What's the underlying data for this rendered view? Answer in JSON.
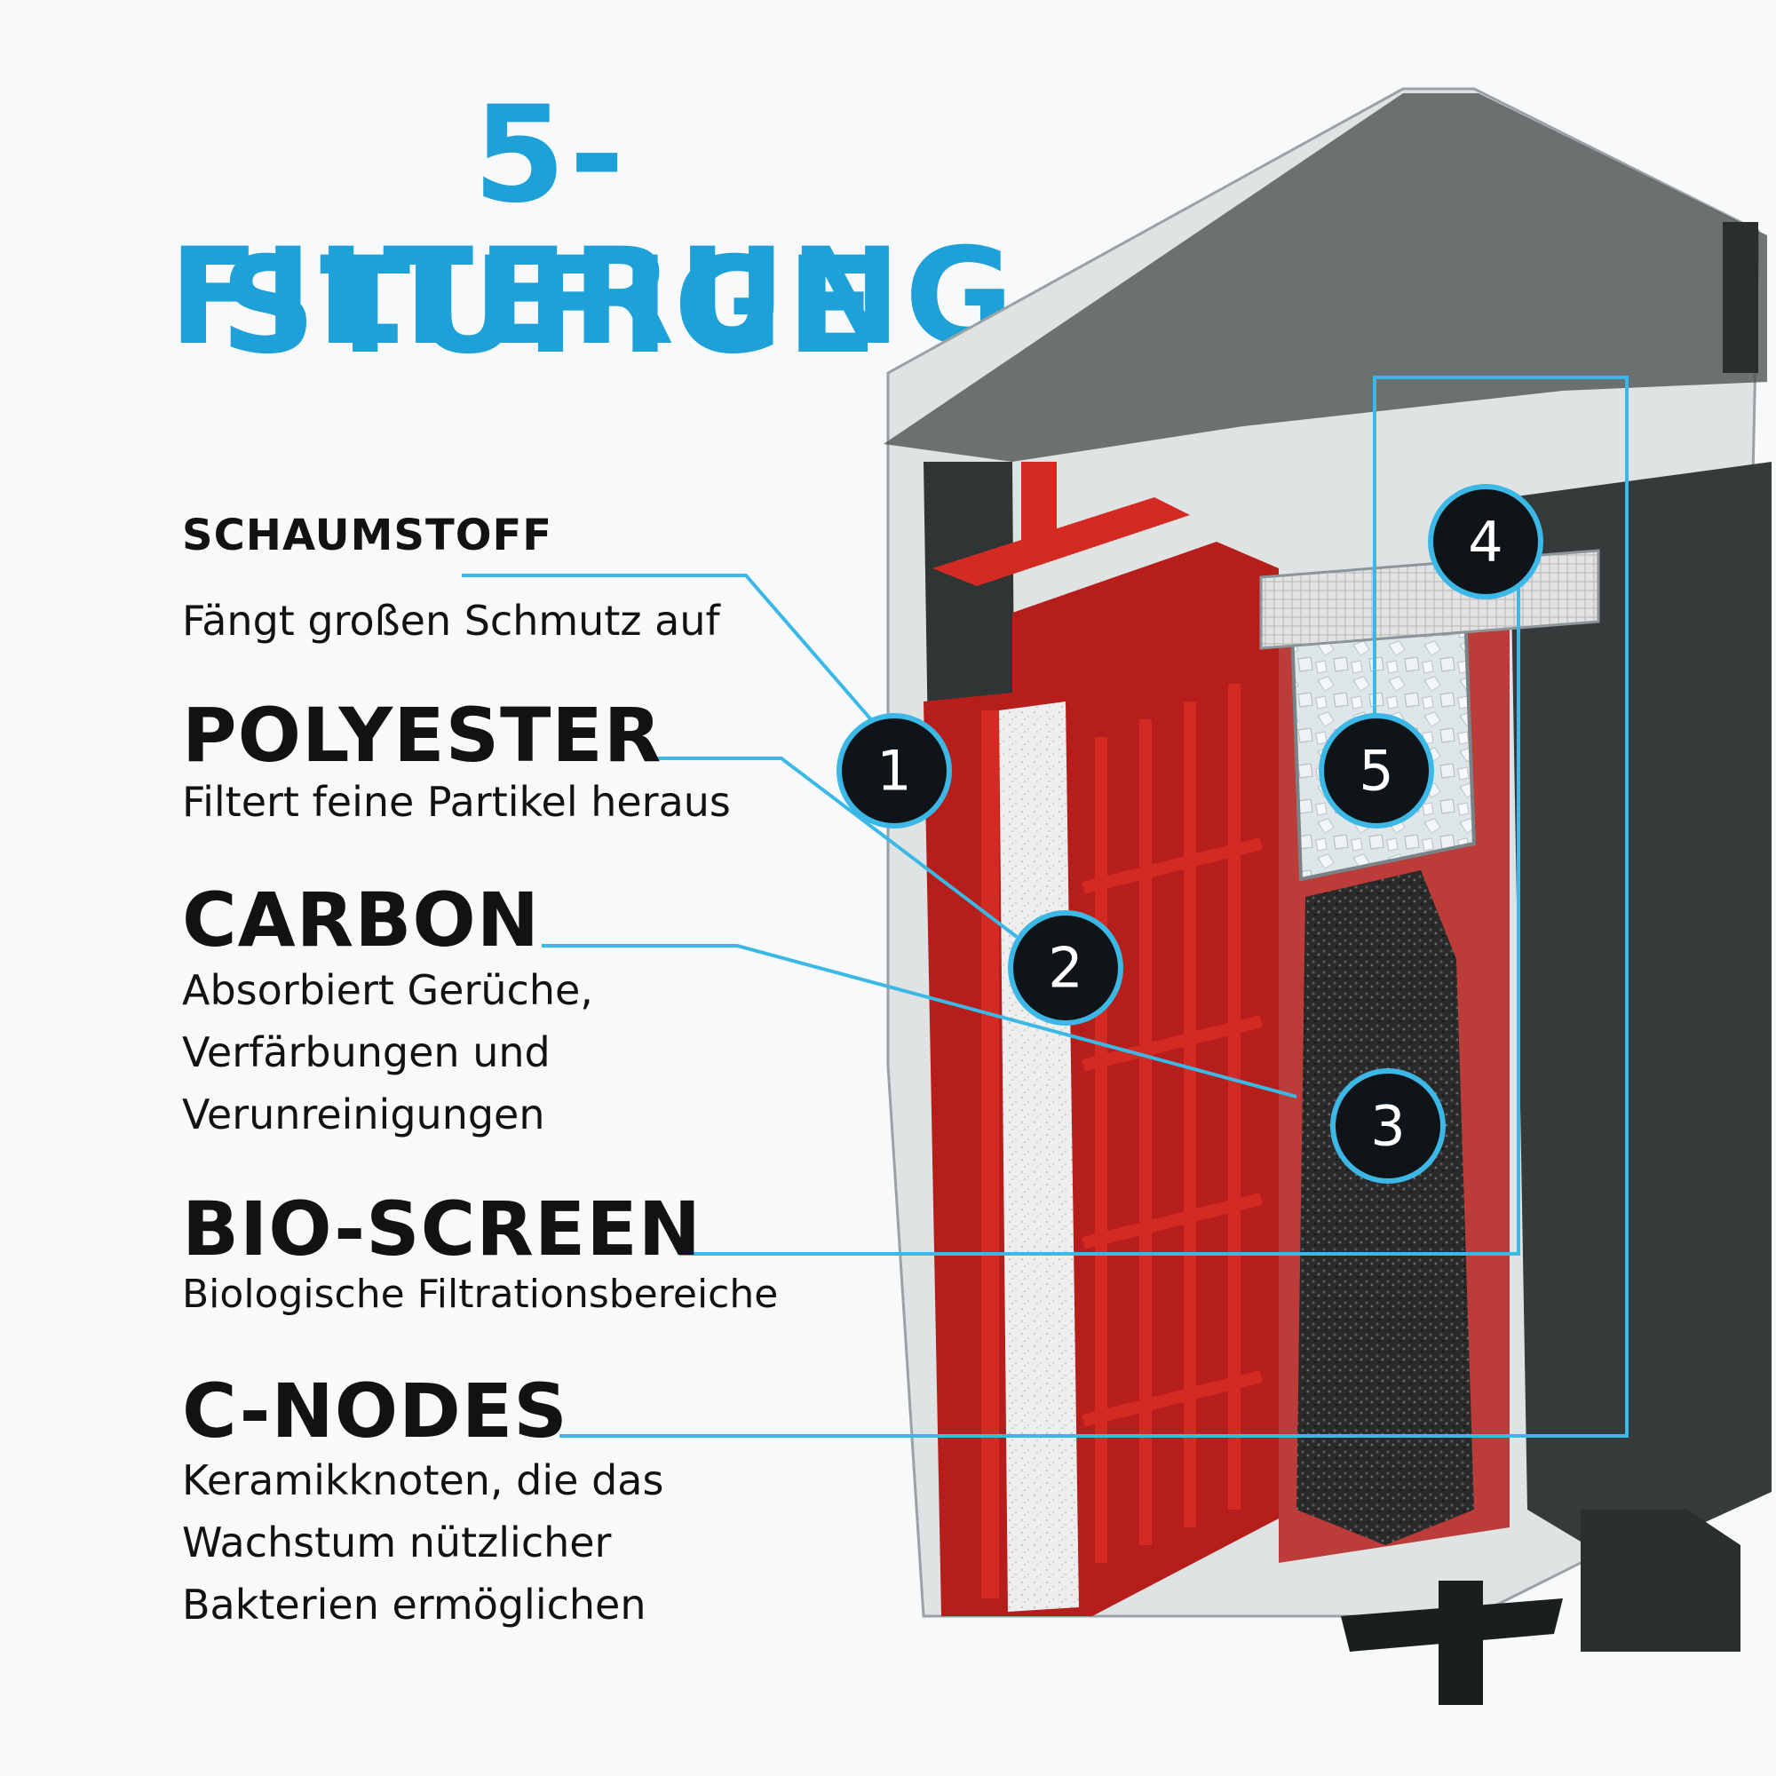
{
  "title": {
    "line1": "5-STUFIGE",
    "line2": "FILTERUNG"
  },
  "stages": [
    {
      "number": "1",
      "name": "SCHAUMSTOFF",
      "description": "Fängt großen Schmutz auf"
    },
    {
      "number": "2",
      "name": "POLYESTER",
      "description": "Filtert feine Partikel heraus"
    },
    {
      "number": "3",
      "name": "CARBON",
      "description": "Absorbiert Gerüche,\nVerfärbungen und\nVerunreinigungen"
    },
    {
      "number": "4",
      "name": "BIO-SCREEN",
      "description": "Biologische Filtrationsbereiche"
    },
    {
      "number": "5",
      "name": "C-NODES",
      "description": "Keramikknoten, die das\nWachstum nützlicher\nBakterien ermöglichen"
    }
  ],
  "colors": {
    "accent": "#1ea0d8",
    "leader": "#3cb8e6",
    "frame_red": "#c4201c",
    "housing": "#3a3f3f",
    "badge": "#0f1418"
  }
}
